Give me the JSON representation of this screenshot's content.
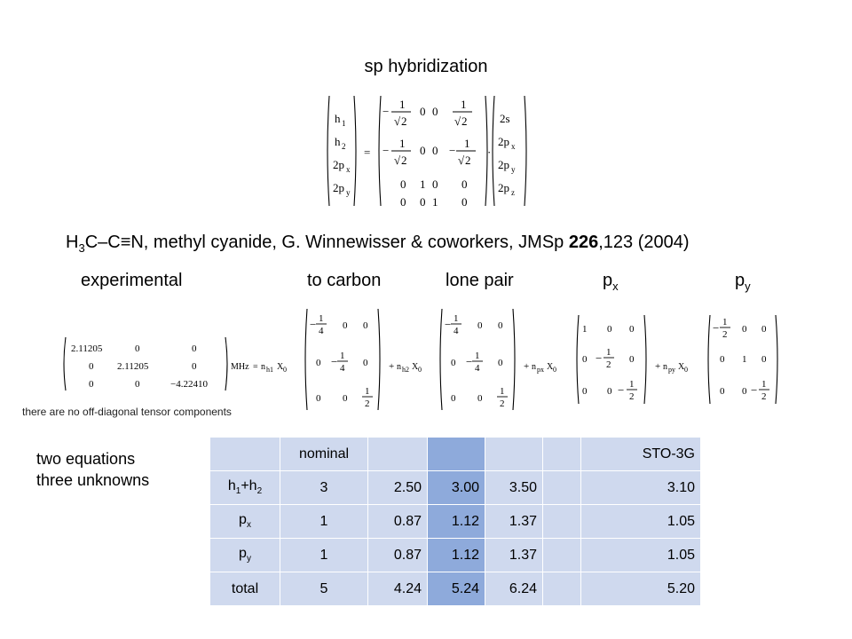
{
  "title": "sp hybridization",
  "citation": {
    "h": "H",
    "sub3": "3",
    "rest": "C–C≡N, methyl cyanide, G. Winnewisser & coworkers, JMSp ",
    "vol": "226",
    "tail": ",123 (2004)"
  },
  "labels": {
    "experimental": "experimental",
    "to_carbon": "to carbon",
    "lone_pair": "lone pair",
    "px_base": "p",
    "px_sub": "x",
    "py_base": "p",
    "py_sub": "y"
  },
  "note": "there are no off-diagonal tensor components",
  "eq_note": {
    "line1": "two equations",
    "line2": "three unknowns"
  },
  "table": {
    "header": {
      "c0": "",
      "c1": "nominal",
      "c2": "",
      "c3": "",
      "c4": "",
      "c5": "",
      "c6": "STO-3G"
    },
    "rows": [
      {
        "label_a": "h",
        "sub_a": "1",
        "plus": "+h",
        "sub_b": "2",
        "c1": "3",
        "c2": "2.50",
        "c3": "3.00",
        "c4": "3.50",
        "c5": "",
        "c6": "3.10"
      },
      {
        "label_a": "p",
        "sub_a": "x",
        "plus": "",
        "sub_b": "",
        "c1": "1",
        "c2": "0.87",
        "c3": "1.12",
        "c4": "1.37",
        "c5": "",
        "c6": "1.05"
      },
      {
        "label_a": "p",
        "sub_a": "y",
        "plus": "",
        "sub_b": "",
        "c1": "1",
        "c2": "0.87",
        "c3": "1.12",
        "c4": "1.37",
        "c5": "",
        "c6": "1.05"
      },
      {
        "label_a": "total",
        "sub_a": "",
        "plus": "",
        "sub_b": "",
        "c1": "5",
        "c2": "4.24",
        "c3": "5.24",
        "c4": "6.24",
        "c5": "",
        "c6": "5.20"
      }
    ]
  },
  "math": {
    "sp": {
      "lhs": [
        "h",
        "h",
        "2p",
        "2p"
      ],
      "lhs_sub": [
        "1",
        "2",
        "x",
        "y"
      ],
      "rhs": [
        "2s",
        "2p",
        "2p",
        "2p"
      ],
      "rhs_sub": [
        "",
        "x",
        "y",
        "z"
      ],
      "one": "1",
      "two": "2",
      "zero": "0",
      "eq": "=",
      "dot": "·",
      "minus": "−"
    },
    "exp": {
      "a": "2.11205",
      "b": "−4.22410",
      "zero": "0",
      "unit": "MHz",
      "eq": "=",
      "n": "n",
      "h1": "h1",
      "h2": "h2",
      "px": "px",
      "py": "py",
      "x": "X",
      "x0": "0",
      "plus": "+",
      "quarter_num": "1",
      "quarter_den": "4",
      "half_num": "1",
      "half_den": "2",
      "one": "1",
      "minus": "−"
    }
  }
}
